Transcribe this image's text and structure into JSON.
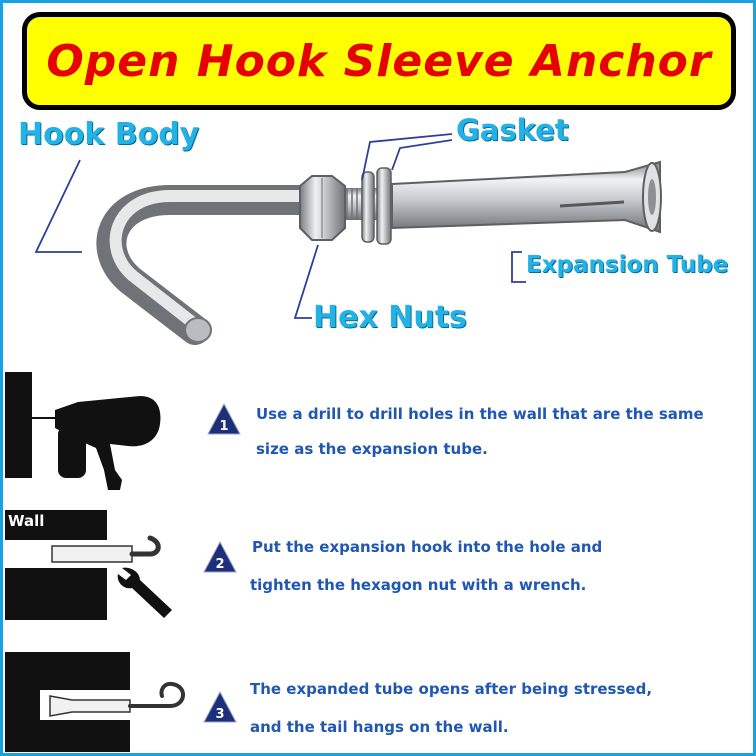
{
  "title": "Open Hook Sleeve Anchor",
  "parts": {
    "hook_body": "Hook Body",
    "gasket": "Gasket",
    "expansion_tube": "Expansion Tube",
    "hex_nuts": "Hex Nuts"
  },
  "wall_label": "Wall",
  "steps": [
    {
      "number": "1",
      "line1": "Use a drill to drill holes in the wall that are the same",
      "line2": "size as the expansion tube."
    },
    {
      "number": "2",
      "line1": "Put the expansion hook into the hole and",
      "line2": "tighten the hexagon nut with a wrench."
    },
    {
      "number": "3",
      "line1": "The expanded tube opens after being stressed,",
      "line2": "and the tail hangs on the wall."
    }
  ],
  "colors": {
    "banner_bg": "#ffff00",
    "title": "#e60000",
    "label": "#22b2e6",
    "step_text": "#1f57b3",
    "frame": "#1aa1e4"
  }
}
